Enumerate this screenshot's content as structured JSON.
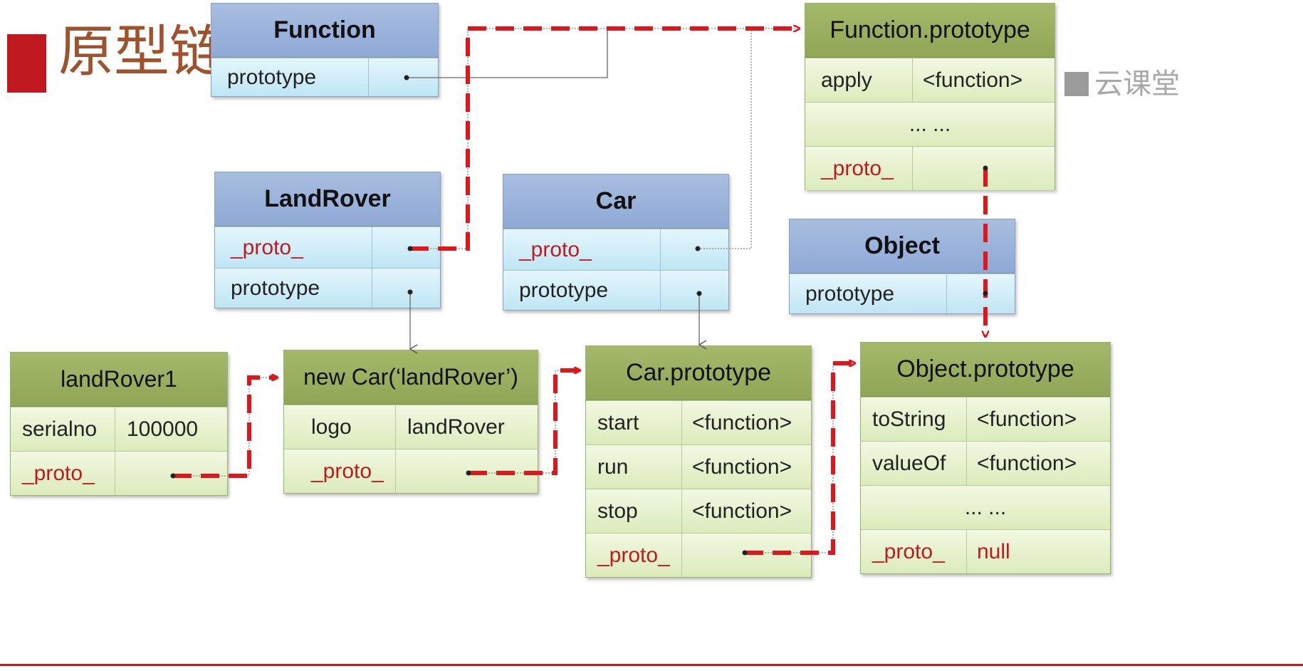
{
  "slide": {
    "title": "原型链",
    "watermark": "云课堂",
    "colors": {
      "accent": "#c0191f",
      "constructor_header": "#8fa9d6",
      "prototype_header": "#8fa656",
      "link_dashed": "#e0161b",
      "link_thin": "#555555"
    }
  },
  "nodes": {
    "function": {
      "title": "Function",
      "prototype_label": "prototype"
    },
    "function_prototype": {
      "title": "Function.prototype",
      "apply_label": "apply",
      "apply_value": "<function>",
      "ellipsis": "... ...",
      "proto_label": "_proto_"
    },
    "landrover": {
      "title": "LandRover",
      "proto_label": "_proto_",
      "prototype_label": "prototype"
    },
    "car": {
      "title": "Car",
      "proto_label": "_proto_",
      "prototype_label": "prototype"
    },
    "object": {
      "title": "Object",
      "prototype_label": "prototype"
    },
    "landrover1": {
      "title": "landRover1",
      "serialno_label": "serialno",
      "serialno_value": "100000",
      "proto_label": "_proto_"
    },
    "new_car": {
      "title": "new Car(‘landRover’)",
      "logo_label": "logo",
      "logo_value": "landRover",
      "proto_label": "_proto_"
    },
    "car_prototype": {
      "title": "Car.prototype",
      "start_label": "start",
      "start_value": "<function>",
      "run_label": "run",
      "run_value": "<function>",
      "stop_label": "stop",
      "stop_value": "<function>",
      "proto_label": "_proto_"
    },
    "object_prototype": {
      "title": "Object.prototype",
      "tostring_label": "toString",
      "tostring_value": "<function>",
      "valueof_label": "valueOf",
      "valueof_value": "<function>",
      "ellipsis": "... ...",
      "proto_label": "_proto_",
      "proto_value": "null"
    }
  }
}
